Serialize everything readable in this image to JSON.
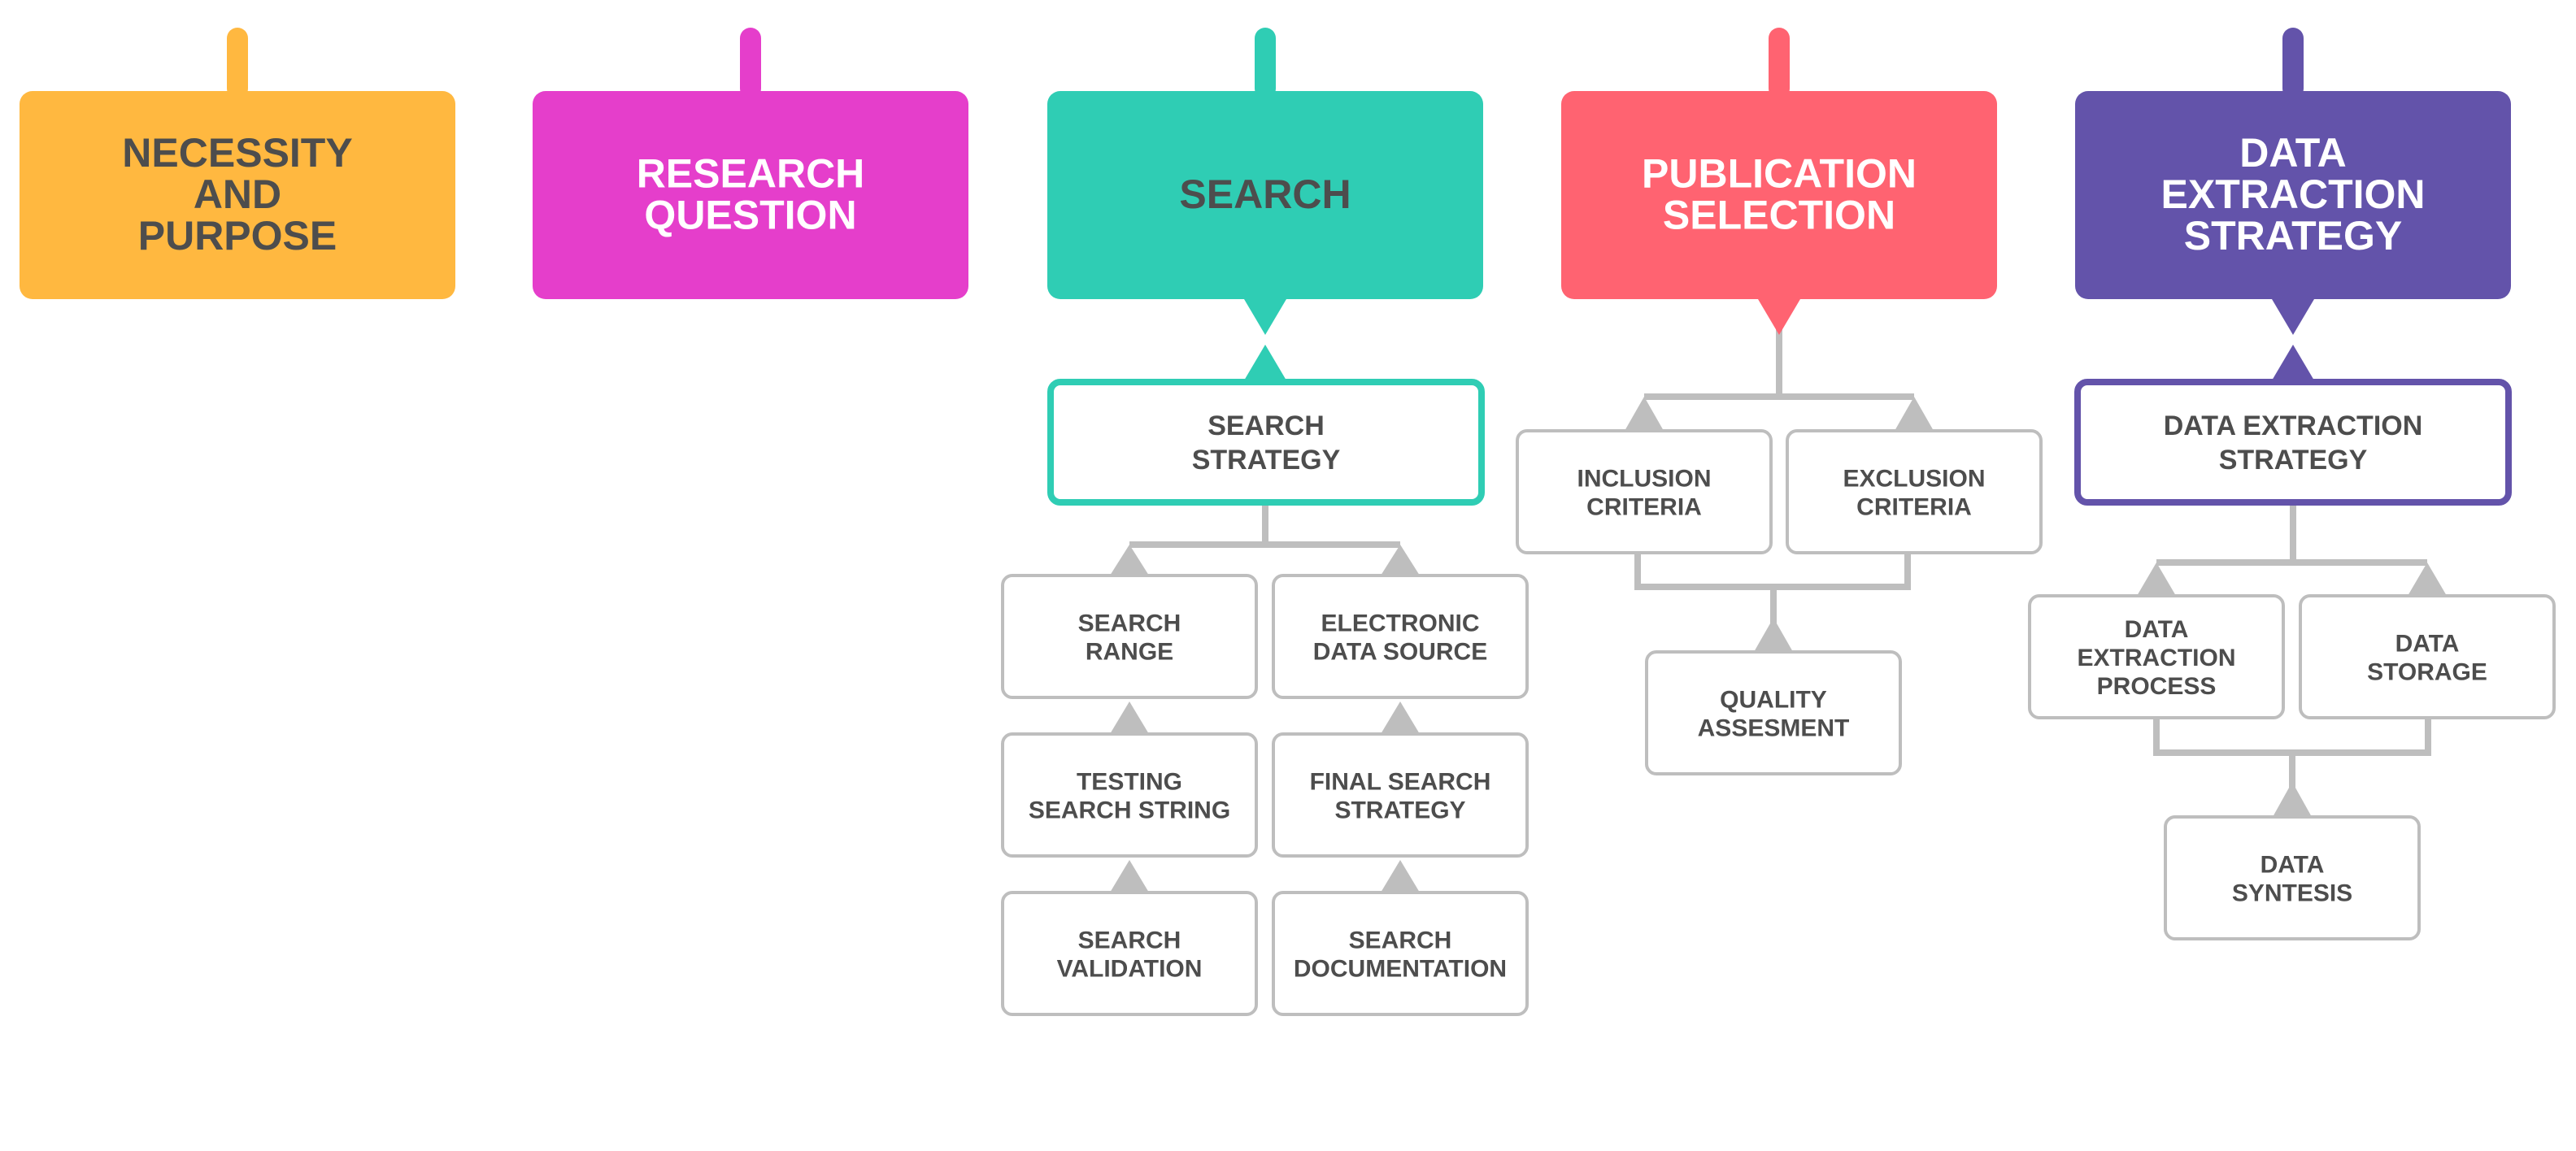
{
  "colors": {
    "orange": "#FFB840",
    "magenta": "#E53ECB",
    "teal": "#2FCDB4",
    "coral": "#FF6371",
    "purple": "#6353AA",
    "gray": "#BEBEBE",
    "dark_text": "#4D4D4D",
    "white_text": "#FFFFFF"
  },
  "phases": [
    {
      "id": "necessity",
      "lines": [
        "NECESSITY",
        "AND",
        "PURPOSE"
      ],
      "color": "orange"
    },
    {
      "id": "research-question",
      "lines": [
        "RESEARCH",
        "QUESTION"
      ],
      "color": "magenta"
    },
    {
      "id": "search",
      "lines": [
        "SEARCH"
      ],
      "color": "teal"
    },
    {
      "id": "publication-selection",
      "lines": [
        "PUBLICATION",
        "SELECTION"
      ],
      "color": "coral"
    },
    {
      "id": "data-extraction-strategy",
      "lines": [
        "DATA",
        "EXTRACTION",
        "STRATEGY"
      ],
      "color": "purple"
    }
  ],
  "search": {
    "strategy": [
      "SEARCH",
      "STRATEGY"
    ],
    "left": [
      [
        "SEARCH",
        "RANGE"
      ],
      [
        "TESTING",
        "SEARCH STRING"
      ],
      [
        "SEARCH",
        "VALIDATION"
      ]
    ],
    "right": [
      [
        "ELECTRONIC",
        "DATA SOURCE"
      ],
      [
        "FINAL SEARCH",
        "STRATEGY"
      ],
      [
        "SEARCH",
        "DOCUMENTATION"
      ]
    ]
  },
  "publication_selection": {
    "inclusion": [
      "INCLUSION",
      "CRITERIA"
    ],
    "exclusion": [
      "EXCLUSION",
      "CRITERIA"
    ],
    "quality": [
      "QUALITY",
      "ASSESMENT"
    ]
  },
  "data_extraction": {
    "strategy": [
      "DATA EXTRACTION",
      "STRATEGY"
    ],
    "process": [
      "DATA",
      "EXTRACTION",
      "PROCESS"
    ],
    "storage": [
      "DATA",
      "STORAGE"
    ],
    "synthesis": [
      "DATA",
      "SYNTESIS"
    ]
  }
}
